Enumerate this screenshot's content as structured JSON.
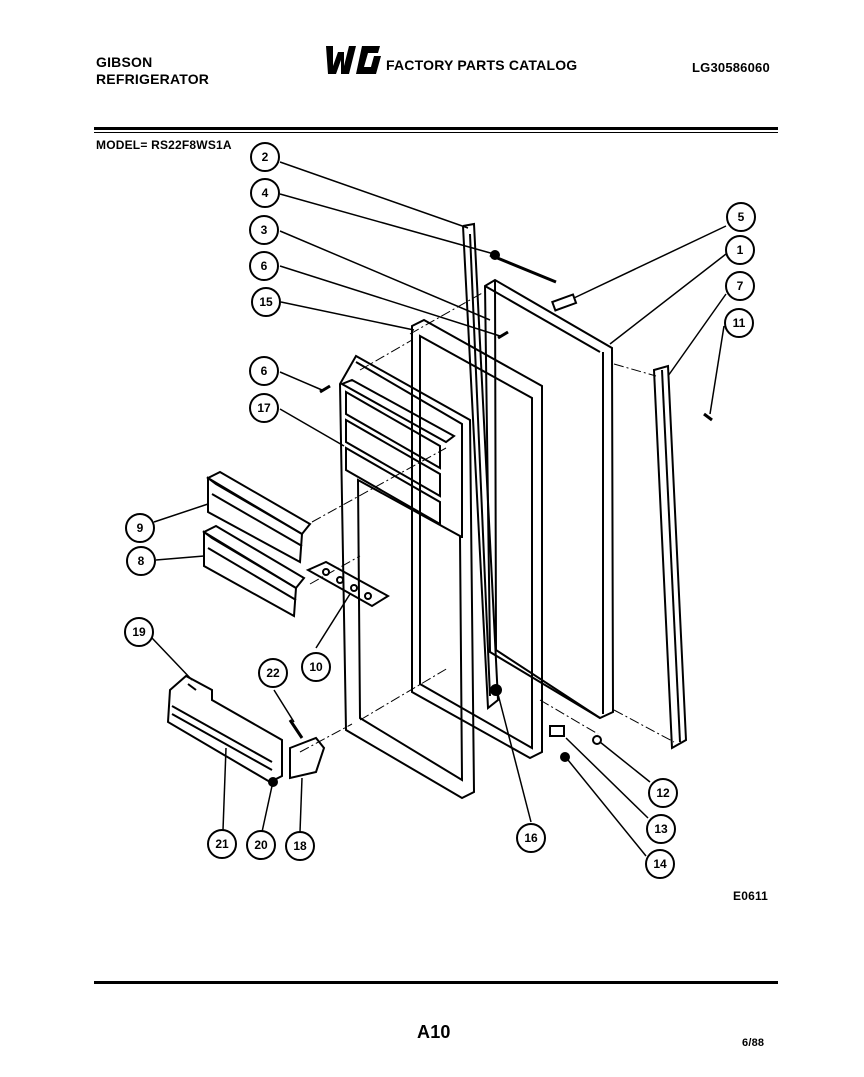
{
  "header": {
    "brand_line1": "GIBSON",
    "brand_line2": "REFRIGERATOR",
    "logo_text": "WCI",
    "catalog_title": "FACTORY PARTS CATALOG",
    "document_number": "LG30586060",
    "model_label": "MODEL= RS22F8WS1A"
  },
  "diagram": {
    "part_callouts": [
      "1",
      "2",
      "3",
      "4",
      "5",
      "6",
      "6",
      "7",
      "8",
      "9",
      "10",
      "11",
      "12",
      "13",
      "14",
      "15",
      "16",
      "17",
      "18",
      "19",
      "20",
      "21",
      "22"
    ],
    "drawing_number": "E0611"
  },
  "footer": {
    "page_number": "A10",
    "date_code": "6/88"
  }
}
